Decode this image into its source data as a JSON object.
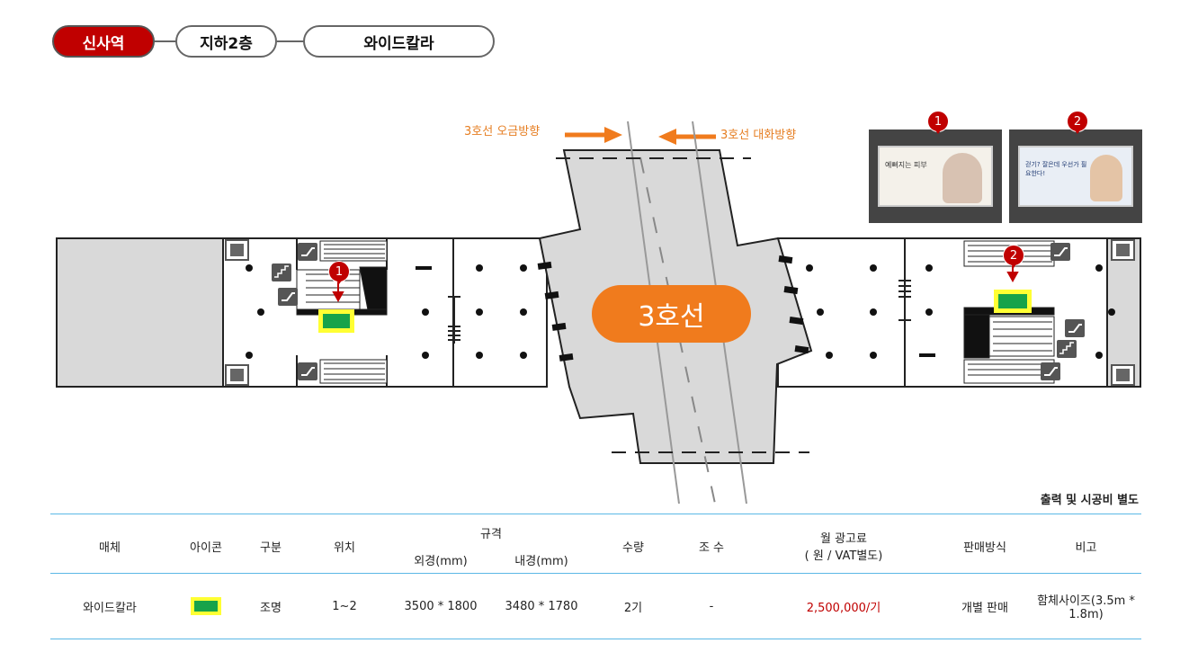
{
  "breadcrumb": {
    "station": "신사역",
    "floor": "지하2층",
    "media": "와이드칼라"
  },
  "map": {
    "direction_left": "3호선 오금방향",
    "direction_right": "3호선 대화방향",
    "line_label": "3호선",
    "markers": [
      "1",
      "2"
    ],
    "line_color": "#f07b1d",
    "marker_color": "#c00000",
    "icon_legend_color": "#17a34a"
  },
  "note": "출력 및 시공비 별도",
  "table": {
    "headers": {
      "media": "매체",
      "icon": "아이콘",
      "type": "구분",
      "position": "위치",
      "spec": "규격",
      "outer": "외경(mm)",
      "inner": "내경(mm)",
      "quantity": "수량",
      "lighting": "조 수",
      "fee": "월 광고료",
      "fee_sub": "( 원 / VAT별도)",
      "sales": "판매방식",
      "remarks": "비고"
    },
    "row": {
      "media": "와이드칼라",
      "type": "조명",
      "position": "1~2",
      "outer": "3500 * 1800",
      "inner": "3480 * 1780",
      "quantity": "2기",
      "lighting": "-",
      "fee": "2,500,000/기",
      "sales": "개별 판매",
      "remarks": "함체사이즈(3.5m * 1.8m)"
    }
  },
  "photos": {
    "ad1_text": "예뻐지는 피부",
    "ad2_text": "걷기? 잘은데 우선가 필요한다!"
  }
}
